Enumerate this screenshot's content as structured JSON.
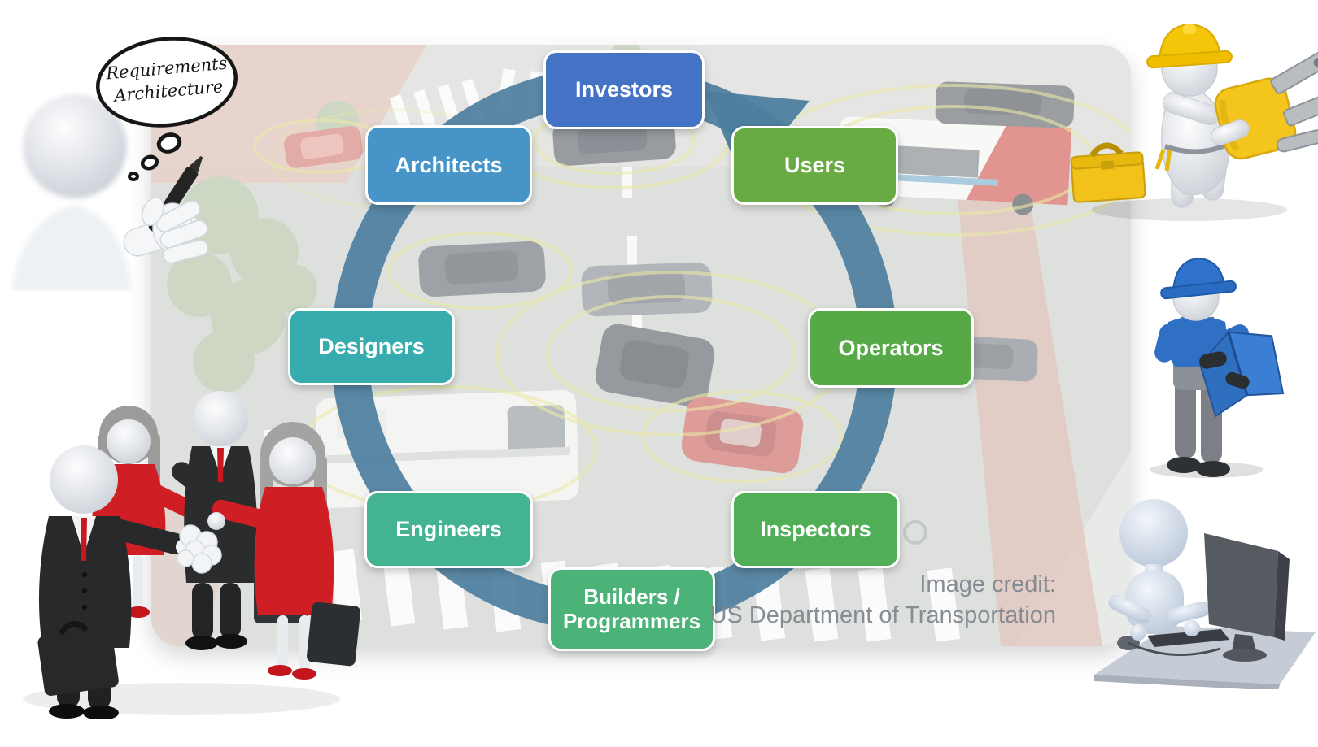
{
  "slide": {
    "thought_bubble": {
      "line1": "Requirements",
      "line2": "Architecture"
    },
    "credit": {
      "line1": "Image credit:",
      "line2": "US Department of Transportation"
    },
    "cycle": {
      "direction": "counterclockwise",
      "ring_color": "#4d7f9f",
      "nodes": [
        {
          "label": "Investors",
          "color": "#4472c4"
        },
        {
          "label": "Architects",
          "color": "#4795c8"
        },
        {
          "label": "Users",
          "color": "#68ab43"
        },
        {
          "label": "Designers",
          "color": "#36acae"
        },
        {
          "label": "Operators",
          "color": "#57a948"
        },
        {
          "label": "Engineers",
          "color": "#44b392"
        },
        {
          "label": "Inspectors",
          "color": "#4fae56"
        },
        {
          "label": "Builders / Programmers",
          "color": "#4bb378"
        }
      ]
    },
    "figures": [
      "requirements-thinker",
      "construction-worker",
      "site-inspector",
      "team-handshake",
      "computer-user"
    ]
  }
}
